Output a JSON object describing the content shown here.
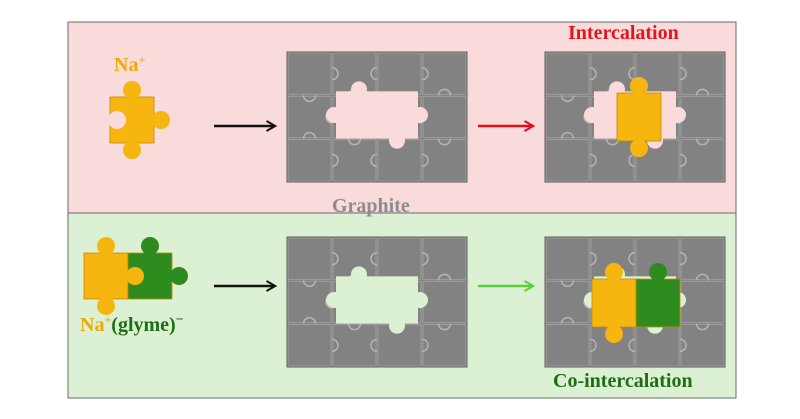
{
  "labels": {
    "intercalation": "Intercalation",
    "co_intercalation": "Co-intercalation",
    "graphite": "Graphite",
    "na_ion": {
      "base": "Na",
      "sup": "+"
    },
    "na_glyme": {
      "base": "Na",
      "sup": "+",
      "rest": "(glyme)",
      "neg": "−"
    }
  },
  "colors": {
    "top_panel": "#f9dbdb",
    "bottom_panel": "#dcf1d3",
    "panel_border": "#6b6b6b",
    "graphite_piece": "#828282",
    "sodium_piece": "#f7b510",
    "glyme_piece": "#2e8b1e",
    "hole_top": "#f9dbdb",
    "hole_bottom": "#dcf1d3",
    "intercalation_text": "#e3141b",
    "co_intercalation_text": "#1e6e14",
    "sodium_text": "#f3aa00",
    "graphite_text": "#8c8c8c",
    "arrow_black": "#111111",
    "arrow_red": "#e30f14",
    "arrow_green": "#5dcc3e"
  },
  "arrows": [
    {
      "name": "arrow-top-1",
      "color": "arrow_black"
    },
    {
      "name": "arrow-top-2",
      "color": "arrow_red"
    },
    {
      "name": "arrow-bottom-1",
      "color": "arrow_black"
    },
    {
      "name": "arrow-bottom-2",
      "color": "arrow_green"
    }
  ]
}
